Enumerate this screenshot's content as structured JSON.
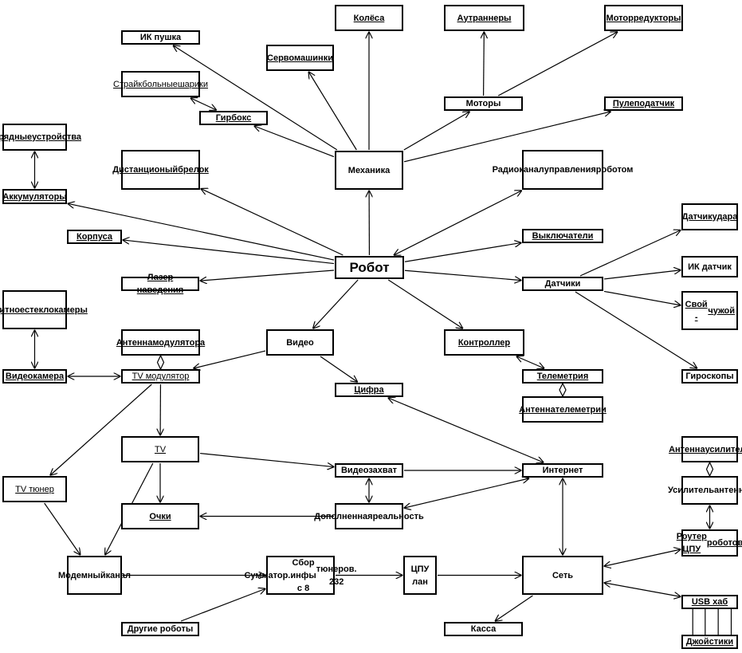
{
  "diagram": {
    "title": "Робот",
    "nodes": [
      {
        "id": "robot",
        "label": "Робот",
        "underline": false,
        "bold": true,
        "big": true
      },
      {
        "id": "mechanics",
        "label": "Механика",
        "underline": false,
        "bold": true
      },
      {
        "id": "ir_gun",
        "label": "ИК пушка",
        "underline": false,
        "bold": true
      },
      {
        "id": "servos",
        "label": "Сервомашинки",
        "underline": true,
        "bold": true
      },
      {
        "id": "wheels",
        "label": "Колёса",
        "underline": true,
        "bold": true
      },
      {
        "id": "outrunners",
        "label": "Аутраннеры",
        "underline": true,
        "bold": true
      },
      {
        "id": "motor_reducers",
        "label": "Моторредукторы",
        "underline": true,
        "bold": true
      },
      {
        "id": "airsoft_balls",
        "label": "Страйкбольные\nшарики",
        "underline": true,
        "bold": false
      },
      {
        "id": "gearbox",
        "label": "Гирбокс",
        "underline": true,
        "bold": true
      },
      {
        "id": "motors",
        "label": "Моторы",
        "underline": false,
        "bold": true
      },
      {
        "id": "bullet_feeder",
        "label": "Пулеподатчик",
        "underline": true,
        "bold": true
      },
      {
        "id": "chargers",
        "label": "Зарядные\nустройства",
        "underline": true,
        "bold": true
      },
      {
        "id": "remote_fob",
        "label": "Дистанционый\nбрелок",
        "underline": true,
        "bold": true
      },
      {
        "id": "radio_channel",
        "label": "Радиоканал\nуправления\nроботом",
        "underline": false,
        "bold": true
      },
      {
        "id": "batteries",
        "label": "Аккумуляторы",
        "underline": true,
        "bold": true
      },
      {
        "id": "hulls",
        "label": "Корпуса",
        "underline": true,
        "bold": true
      },
      {
        "id": "switches",
        "label": "Выключатели",
        "underline": true,
        "bold": true
      },
      {
        "id": "laser",
        "label": "Лазер наведения",
        "underline": true,
        "bold": true
      },
      {
        "id": "sensors",
        "label": "Датчики",
        "underline": false,
        "bold": true
      },
      {
        "id": "impact_sensor",
        "label": "Датчик\nудара",
        "underline": true,
        "bold": true
      },
      {
        "id": "ir_sensor",
        "label": "ИК датчик",
        "underline": false,
        "bold": true
      },
      {
        "id": "iff",
        "label": "Свой -\nчужой",
        "underline": true,
        "bold": true
      },
      {
        "id": "gyros",
        "label": "Гироскопы",
        "underline": false,
        "bold": true
      },
      {
        "id": "camera_glass",
        "label": "Защитное\nстекло\nкамеры",
        "underline": true,
        "bold": true
      },
      {
        "id": "video",
        "label": "Видео",
        "underline": false,
        "bold": true
      },
      {
        "id": "controller",
        "label": "Контроллер",
        "underline": true,
        "bold": true
      },
      {
        "id": "modulator_antenna",
        "label": "Антенна\nмодулятора",
        "underline": true,
        "bold": true
      },
      {
        "id": "videocamera",
        "label": "Видеокамера",
        "underline": true,
        "bold": true
      },
      {
        "id": "tv_modulator",
        "label": "TV модулятор",
        "underline": true,
        "bold": false
      },
      {
        "id": "digital",
        "label": "Цифра",
        "underline": true,
        "bold": true
      },
      {
        "id": "telemetry",
        "label": "Телеметрия",
        "underline": true,
        "bold": true
      },
      {
        "id": "telemetry_antenna",
        "label": "Антенна\nтелеметрии",
        "underline": true,
        "bold": true
      },
      {
        "id": "tv",
        "label": "TV",
        "underline": true,
        "bold": false
      },
      {
        "id": "video_capture",
        "label": "Видеозахват",
        "underline": false,
        "bold": true
      },
      {
        "id": "internet",
        "label": "Интернет",
        "underline": false,
        "bold": true
      },
      {
        "id": "amp_antenna",
        "label": "Антенна\nусилителя",
        "underline": true,
        "bold": true
      },
      {
        "id": "tv_tuner",
        "label": "TV тюнер",
        "underline": true,
        "bold": false
      },
      {
        "id": "glasses",
        "label": "Очки",
        "underline": true,
        "bold": true
      },
      {
        "id": "augmented_reality",
        "label": "Дополненная\nреальность",
        "underline": false,
        "bold": true
      },
      {
        "id": "antenna_amp",
        "label": "Усилитель\nантенны",
        "underline": false,
        "bold": true
      },
      {
        "id": "cpu_router",
        "label": "Роутер ЦПУ\nроботов",
        "underline": true,
        "bold": true
      },
      {
        "id": "modem_channel",
        "label": "Модемный\nканал",
        "underline": false,
        "bold": true
      },
      {
        "id": "summator",
        "label": "Сумматор.\nСбор инфы с 8\nтюнеров. 232",
        "underline": false,
        "bold": true
      },
      {
        "id": "cpu_lan",
        "label": "ЦПУ лан",
        "underline": false,
        "bold": true
      },
      {
        "id": "network",
        "label": "Сеть",
        "underline": false,
        "bold": true
      },
      {
        "id": "usb_hub",
        "label": "USB хаб",
        "underline": true,
        "bold": true
      },
      {
        "id": "other_robots",
        "label": "Другие роботы",
        "underline": false,
        "bold": true
      },
      {
        "id": "cashbox",
        "label": "Касса",
        "underline": false,
        "bold": true
      },
      {
        "id": "joysticks",
        "label": "Джойстики",
        "underline": true,
        "bold": true
      }
    ],
    "edges": [
      {
        "from": "robot",
        "to": "mechanics",
        "arrow": "end"
      },
      {
        "from": "mechanics",
        "to": "ir_gun",
        "arrow": "end"
      },
      {
        "from": "mechanics",
        "to": "servos",
        "arrow": "end"
      },
      {
        "from": "mechanics",
        "to": "wheels",
        "arrow": "end"
      },
      {
        "from": "mechanics",
        "to": "gearbox",
        "arrow": "end"
      },
      {
        "from": "mechanics",
        "to": "motors",
        "arrow": "end"
      },
      {
        "from": "mechanics",
        "to": "bullet_feeder",
        "arrow": "end"
      },
      {
        "from": "motors",
        "to": "outrunners",
        "arrow": "end"
      },
      {
        "from": "motors",
        "to": "motor_reducers",
        "arrow": "end"
      },
      {
        "from": "airsoft_balls",
        "to": "gearbox",
        "arrow": "both"
      },
      {
        "from": "chargers",
        "to": "batteries",
        "arrow": "both"
      },
      {
        "from": "robot",
        "to": "remote_fob",
        "arrow": "end"
      },
      {
        "from": "robot",
        "to": "radio_channel",
        "arrow": "both"
      },
      {
        "from": "robot",
        "to": "batteries",
        "arrow": "end"
      },
      {
        "from": "robot",
        "to": "hulls",
        "arrow": "end"
      },
      {
        "from": "robot",
        "to": "switches",
        "arrow": "end"
      },
      {
        "from": "robot",
        "to": "laser",
        "arrow": "end"
      },
      {
        "from": "robot",
        "to": "sensors",
        "arrow": "end"
      },
      {
        "from": "robot",
        "to": "video",
        "arrow": "end"
      },
      {
        "from": "robot",
        "to": "controller",
        "arrow": "end"
      },
      {
        "from": "sensors",
        "to": "impact_sensor",
        "arrow": "end"
      },
      {
        "from": "sensors",
        "to": "ir_sensor",
        "arrow": "end"
      },
      {
        "from": "sensors",
        "to": "iff",
        "arrow": "end"
      },
      {
        "from": "sensors",
        "to": "gyros",
        "arrow": "end"
      },
      {
        "from": "camera_glass",
        "to": "videocamera",
        "arrow": "both"
      },
      {
        "from": "videocamera",
        "to": "tv_modulator",
        "arrow": "both"
      },
      {
        "from": "modulator_antenna",
        "to": "tv_modulator",
        "arrow": "diamond"
      },
      {
        "from": "video",
        "to": "tv_modulator",
        "arrow": "end"
      },
      {
        "from": "video",
        "to": "digital",
        "arrow": "end"
      },
      {
        "from": "controller",
        "to": "telemetry",
        "arrow": "both"
      },
      {
        "from": "telemetry",
        "to": "telemetry_antenna",
        "arrow": "diamond"
      },
      {
        "from": "tv_modulator",
        "to": "tv",
        "arrow": "end"
      },
      {
        "from": "tv_modulator",
        "to": "tv_tuner",
        "arrow": "end"
      },
      {
        "from": "tv",
        "to": "glasses",
        "arrow": "end"
      },
      {
        "from": "tv",
        "to": "video_capture",
        "arrow": "end"
      },
      {
        "from": "tv",
        "to": "modem_channel",
        "arrow": "end"
      },
      {
        "from": "tv_tuner",
        "to": "modem_channel",
        "arrow": "end"
      },
      {
        "from": "augmented_reality",
        "to": "glasses",
        "arrow": "end"
      },
      {
        "from": "video_capture",
        "to": "augmented_reality",
        "arrow": "both"
      },
      {
        "from": "video_capture",
        "to": "internet",
        "arrow": "end"
      },
      {
        "from": "internet",
        "to": "digital",
        "arrow": "both"
      },
      {
        "from": "internet",
        "to": "augmented_reality",
        "arrow": "both"
      },
      {
        "from": "internet",
        "to": "network",
        "arrow": "both"
      },
      {
        "from": "amp_antenna",
        "to": "antenna_amp",
        "arrow": "diamond"
      },
      {
        "from": "antenna_amp",
        "to": "cpu_router",
        "arrow": "both"
      },
      {
        "from": "network",
        "to": "cpu_router",
        "arrow": "both"
      },
      {
        "from": "network",
        "to": "usb_hub",
        "arrow": "both"
      },
      {
        "from": "usb_hub",
        "to": "joysticks",
        "arrow": "bus"
      },
      {
        "from": "modem_channel",
        "to": "summator",
        "arrow": "end"
      },
      {
        "from": "other_robots",
        "to": "summator",
        "arrow": "end"
      },
      {
        "from": "summator",
        "to": "cpu_lan",
        "arrow": "end"
      },
      {
        "from": "cpu_lan",
        "to": "network",
        "arrow": "end"
      },
      {
        "from": "network",
        "to": "cashbox",
        "arrow": "end"
      }
    ]
  }
}
